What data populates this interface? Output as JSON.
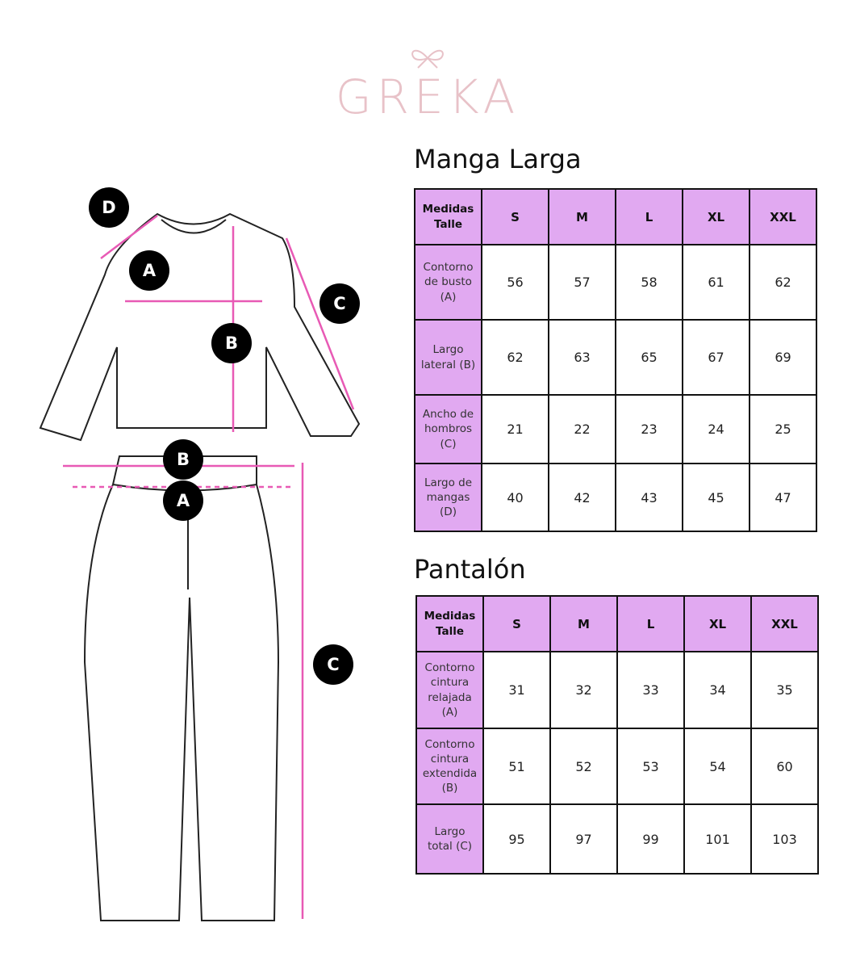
{
  "brand": {
    "name": "GREKA",
    "accent": "#e8c2c8"
  },
  "colors": {
    "header_bg": "#e1a9f1",
    "arrow": "#e85ab5"
  },
  "illustration": {
    "top_labels": {
      "d": "D",
      "a": "A",
      "b": "B",
      "c": "C"
    },
    "pants_labels": {
      "b": "B",
      "a": "A",
      "c": "C"
    }
  },
  "tables": [
    {
      "title": "Manga Larga",
      "corner": "Medidas\nTalle",
      "sizes": [
        "S",
        "M",
        "L",
        "XL",
        "XXL"
      ],
      "rows": [
        {
          "label": "Contorno\nde busto\n(A)",
          "values": [
            "56",
            "57",
            "58",
            "61",
            "62"
          ]
        },
        {
          "label": "Largo\nlateral (B)",
          "values": [
            "62",
            "63",
            "65",
            "67",
            "69"
          ]
        },
        {
          "label": "Ancho de\nhombros\n(C)",
          "values": [
            "21",
            "22",
            "23",
            "24",
            "25"
          ]
        },
        {
          "label": "Largo de\nmangas\n(D)",
          "values": [
            "40",
            "42",
            "43",
            "45",
            "47"
          ]
        }
      ]
    },
    {
      "title": "Pantalón",
      "corner": "Medidas\nTalle",
      "sizes": [
        "S",
        "M",
        "L",
        "XL",
        "XXL"
      ],
      "rows": [
        {
          "label": "Contorno\ncintura\nrelajada\n(A)",
          "values": [
            "31",
            "32",
            "33",
            "34",
            "35"
          ]
        },
        {
          "label": "Contorno\ncintura\nextendida\n(B)",
          "values": [
            "51",
            "52",
            "53",
            "54",
            "60"
          ]
        },
        {
          "label": "Largo\ntotal (C)",
          "values": [
            "95",
            "97",
            "99",
            "101",
            "103"
          ]
        }
      ]
    }
  ]
}
